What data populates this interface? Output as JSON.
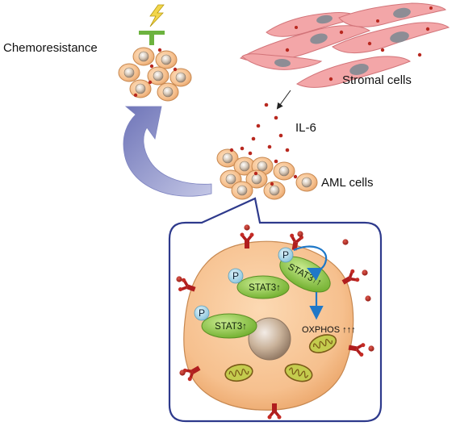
{
  "labels": {
    "chemoresistance": "Chemoresistance",
    "stromal_cells": "Stromal cells",
    "il6": "IL-6",
    "aml_cells": "AML cells",
    "stat3_a": "STAT3↑",
    "stat3_b": "STAT3↑",
    "stat3_c": "STAT3↑↑",
    "phospho_a": "P",
    "phospho_b": "P",
    "phospho_c": "P",
    "oxphos": "OXPHOS ↑↑↑"
  },
  "icons": {
    "lightning": "lightning-bolt-icon",
    "inhibition": "inhibition-t-bar-icon",
    "receptor": "il6-receptor-icon",
    "mitochondrion": "mitochondrion-icon"
  },
  "colors": {
    "cell_fill": "#f6c08e",
    "cell_outline": "#c78850",
    "stromal_fill": "#f3a6a8",
    "stromal_nucleus": "#8d8d95",
    "il6_dot": "#b8281f",
    "stat3_green": "#8cc63f",
    "phospho_blue": "#9fd3e8",
    "inset_border": "#2e3a8c",
    "curved_arrow": "#8e93c9",
    "inhibitor_green": "#6cb33f",
    "lightning_yellow": "#f2d64b",
    "mito_fill": "#b8c24a",
    "mito_stroke": "#7a5b18",
    "nucleus": "#c9b29a",
    "feedback_arrow": "#1f78c8"
  }
}
